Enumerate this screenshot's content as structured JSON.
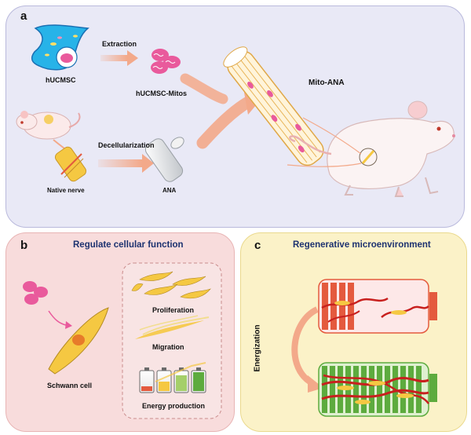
{
  "panels": {
    "a": {
      "letter": "a",
      "labels": {
        "hucmsc": "hUCMSC",
        "extraction": "Extraction",
        "mitos": "hUCMSC-Mitos",
        "mito_ana": "Mito-ANA",
        "decell": "Decellularization",
        "native_nerve": "Native nerve",
        "ana": "ANA"
      }
    },
    "b": {
      "letter": "b",
      "title": "Regulate cellular function",
      "labels": {
        "schwann": "Schwann cell",
        "proliferation": "Proliferation",
        "migration": "Migration",
        "energy": "Energy production"
      }
    },
    "c": {
      "letter": "c",
      "title": "Regenerative microenvironment",
      "labels": {
        "energization": "Energization"
      }
    }
  },
  "colors": {
    "panel_a_bg": "#e9e9f6",
    "panel_b_bg": "#f8dcdc",
    "panel_c_bg": "#fbf2c8",
    "title_blue": "#1d3270",
    "arrow_salmon": "#f3a98a",
    "mito_pink": "#e95a9c",
    "nerve_yellow": "#f5c842",
    "scaffold_red": "#e45a3e",
    "scaffold_green": "#5dab3e"
  }
}
